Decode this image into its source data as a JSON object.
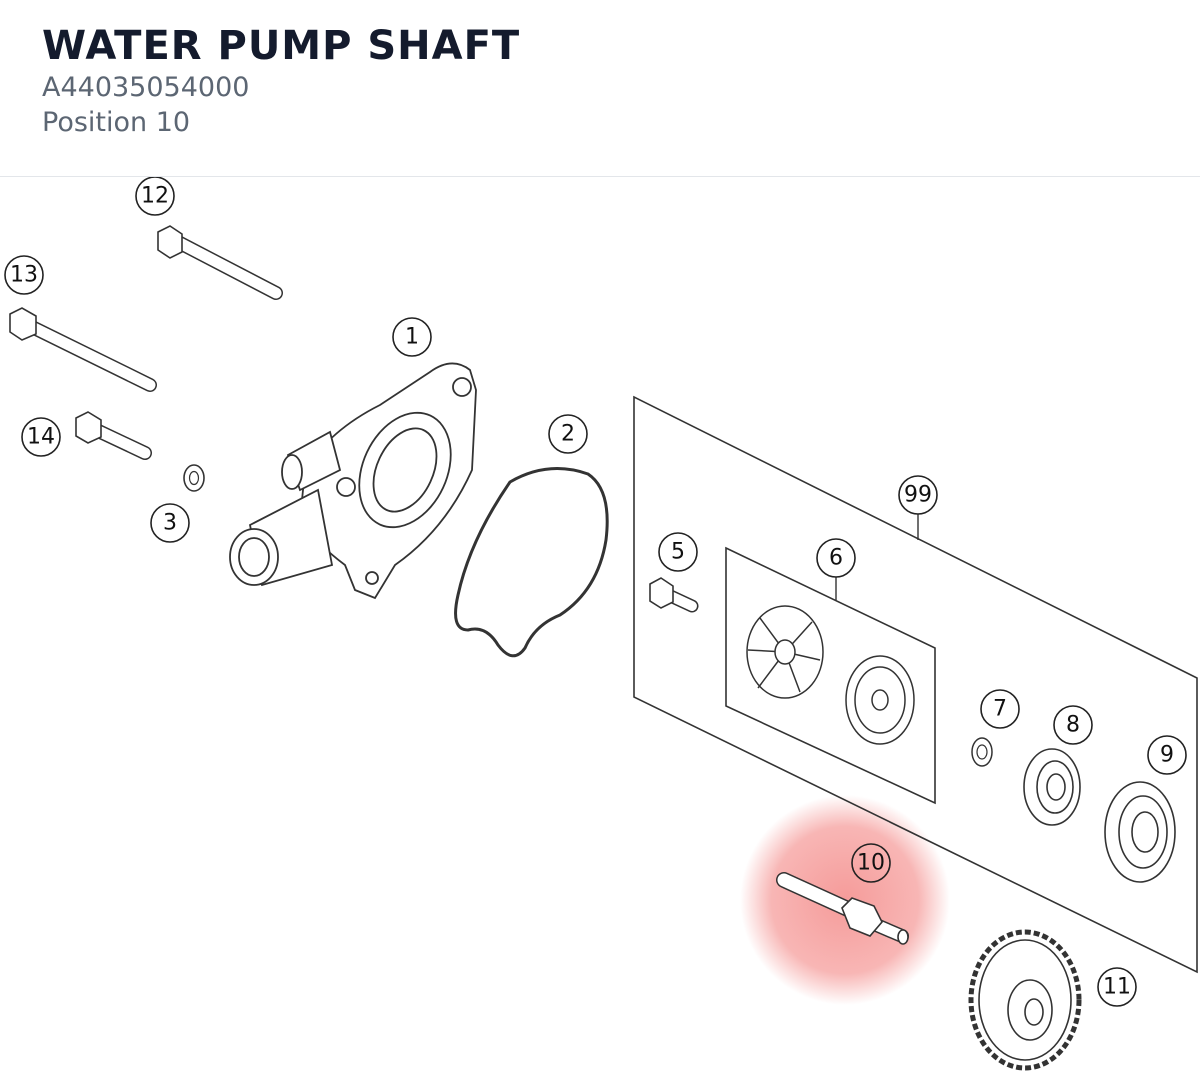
{
  "header": {
    "title": "WATER PUMP SHAFT",
    "part_number": "A44035054000",
    "position": "Position 10"
  },
  "diagram": {
    "highlight_color": "#f27a78",
    "callouts": {
      "c1": "1",
      "c2": "2",
      "c3": "3",
      "c5": "5",
      "c6": "6",
      "c7": "7",
      "c8": "8",
      "c9": "9",
      "c10": "10",
      "c11": "11",
      "c12": "12",
      "c13": "13",
      "c14": "14",
      "c99": "99"
    },
    "highlighted_callout": "10"
  }
}
